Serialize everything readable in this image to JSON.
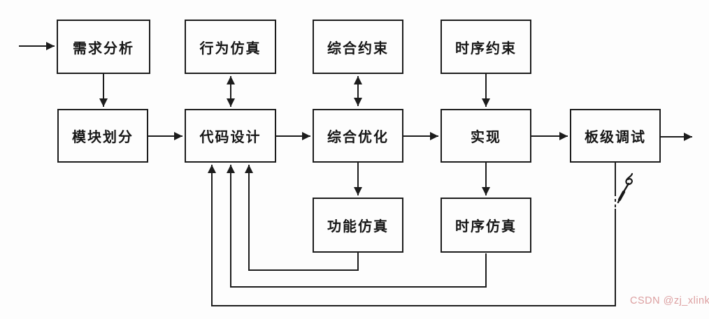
{
  "diagram": {
    "description": "FPGA design flow flowchart (Chinese)",
    "nodes": {
      "requirements_analysis": {
        "label": "需求分析"
      },
      "behavioral_simulation": {
        "label": "行为仿真"
      },
      "synthesis_constraints": {
        "label": "综合约束"
      },
      "timing_constraints": {
        "label": "时序约束"
      },
      "module_partition": {
        "label": "模块划分"
      },
      "code_design": {
        "label": "代码设计"
      },
      "synthesis_optimization": {
        "label": "综合优化"
      },
      "implementation": {
        "label": "实现"
      },
      "board_debug": {
        "label": "板级调试"
      },
      "functional_simulation": {
        "label": "功能仿真"
      },
      "timing_simulation": {
        "label": "时序仿真"
      }
    },
    "edges": [
      {
        "from": "external-input",
        "to": "requirements_analysis",
        "style": "arrow"
      },
      {
        "from": "requirements_analysis",
        "to": "module_partition",
        "style": "arrow"
      },
      {
        "from": "behavioral_simulation",
        "to": "code_design",
        "style": "double-arrow"
      },
      {
        "from": "synthesis_constraints",
        "to": "synthesis_optimization",
        "style": "double-arrow"
      },
      {
        "from": "timing_constraints",
        "to": "implementation",
        "style": "arrow"
      },
      {
        "from": "module_partition",
        "to": "code_design",
        "style": "arrow"
      },
      {
        "from": "code_design",
        "to": "synthesis_optimization",
        "style": "arrow"
      },
      {
        "from": "synthesis_optimization",
        "to": "implementation",
        "style": "arrow"
      },
      {
        "from": "implementation",
        "to": "board_debug",
        "style": "arrow"
      },
      {
        "from": "board_debug",
        "to": "external-output",
        "style": "arrow"
      },
      {
        "from": "synthesis_optimization",
        "to": "functional_simulation",
        "style": "arrow"
      },
      {
        "from": "implementation",
        "to": "timing_simulation",
        "style": "arrow"
      },
      {
        "from": "functional_simulation",
        "to": "code_design",
        "style": "feedback-arrow"
      },
      {
        "from": "timing_simulation",
        "to": "code_design",
        "style": "feedback-arrow"
      },
      {
        "from": "board_debug",
        "to": "code_design",
        "style": "feedback-arrow"
      }
    ],
    "watermark": {
      "text": "CSDN @zj_xlink"
    },
    "colors": {
      "line": "#1c1c1c",
      "box_border": "#1c1c1c",
      "box_background": "#fdfdfd",
      "background": "#fdfdfd",
      "text": "#161616",
      "watermark": "#dc9fa0"
    }
  }
}
